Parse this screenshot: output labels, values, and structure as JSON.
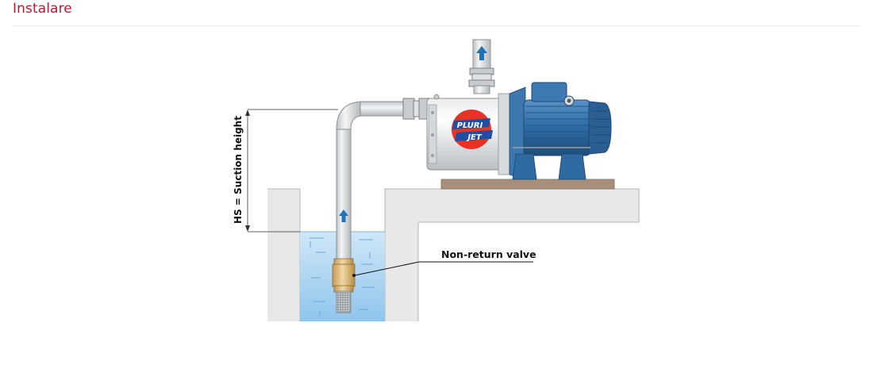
{
  "header": {
    "title": "Instalare"
  },
  "diagram": {
    "dimension_label": "HS = Suction height",
    "callout_label": "Non-return valve",
    "pump_logo_text": "PLURI JET",
    "colors": {
      "title_red": "#c8102e",
      "water": "#a9d4f1",
      "arrow_blue": "#1e73b9",
      "motor_blue": "#2f6ea8",
      "wall": "#e6e6e6",
      "base": "#a98f7a",
      "valve": "#d9b97b"
    }
  }
}
